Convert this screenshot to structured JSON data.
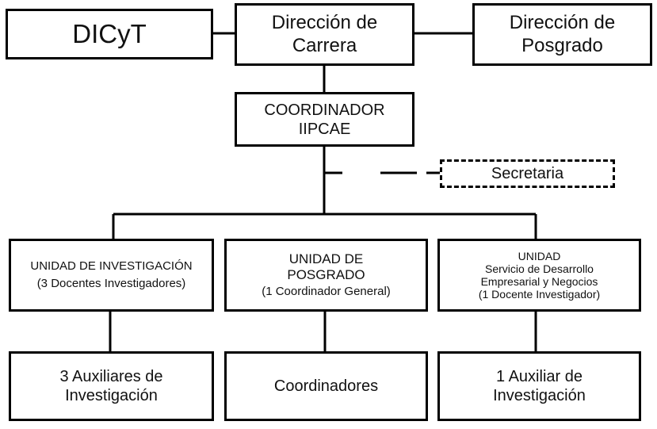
{
  "nodes": {
    "dicyt": {
      "lines": [
        "DICyT"
      ]
    },
    "direccion_carrera": {
      "lines": [
        "Dirección de",
        "Carrera"
      ]
    },
    "direccion_posgrado": {
      "lines": [
        "Dirección de",
        "Posgrado"
      ]
    },
    "coordinador": {
      "lines": [
        "COORDINADOR",
        "IIPCAE"
      ]
    },
    "secretaria": {
      "lines": [
        "Secretaria"
      ]
    },
    "unidad_investigacion": {
      "lines": [
        "UNIDAD DE INVESTIGACIÓN",
        "(3 Docentes Investigadores)"
      ]
    },
    "unidad_posgrado": {
      "lines": [
        "UNIDAD DE",
        "POSGRADO",
        "(1 Coordinador General)"
      ]
    },
    "unidad_servicio": {
      "lines": [
        "UNIDAD",
        "Servicio de Desarrollo",
        "Empresarial y Negocios",
        "(1 Docente Investigador)"
      ]
    },
    "auxiliares": {
      "lines": [
        "3 Auxiliares de",
        "Investigación"
      ]
    },
    "coordinadores": {
      "lines": [
        "Coordinadores"
      ]
    },
    "auxiliar": {
      "lines": [
        "1 Auxiliar de",
        "Investigación"
      ]
    }
  },
  "colors": {
    "line": "#000000",
    "box_border": "#000000",
    "background": "#ffffff"
  }
}
